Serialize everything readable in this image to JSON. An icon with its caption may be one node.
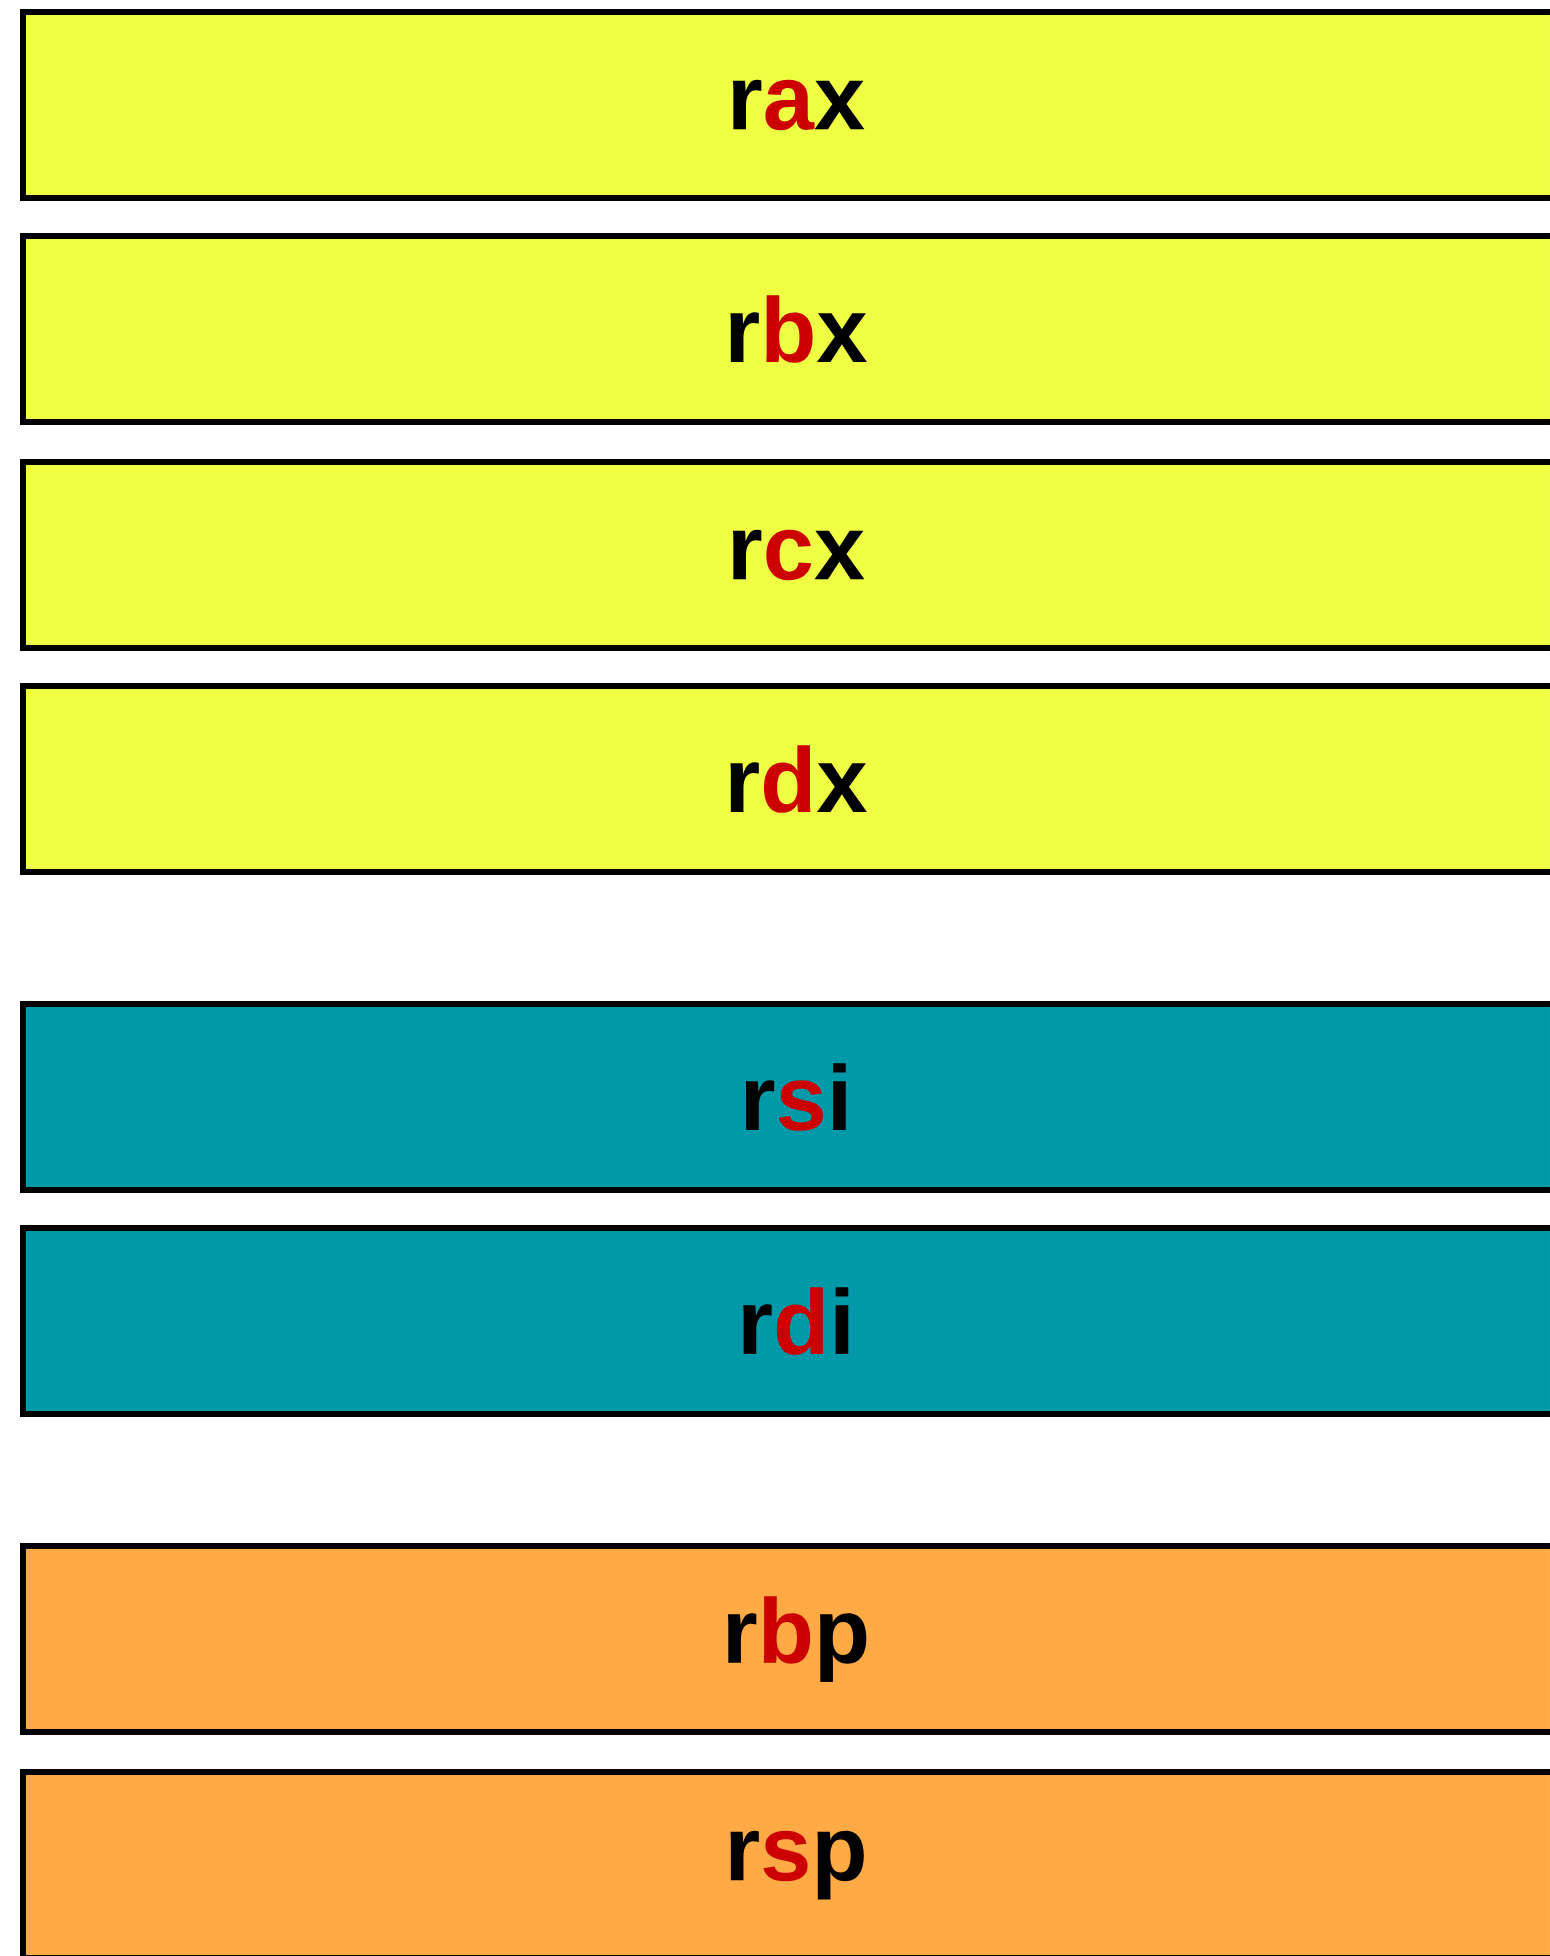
{
  "diagram": {
    "nodes": [
      {
        "text": [
          "rax"
        ]
      },
      {
        "text": [
          "rbx"
        ]
      },
      {
        "text": [
          "rcx"
        ]
      },
      {
        "text": [
          "rdx"
        ]
      },
      {
        "text": [
          "rsi"
        ]
      },
      {
        "text": [
          "rdi"
        ]
      },
      {
        "text": [
          "rbp"
        ]
      },
      {
        "text": [
          "rsp"
        ]
      }
    ]
  }
}
